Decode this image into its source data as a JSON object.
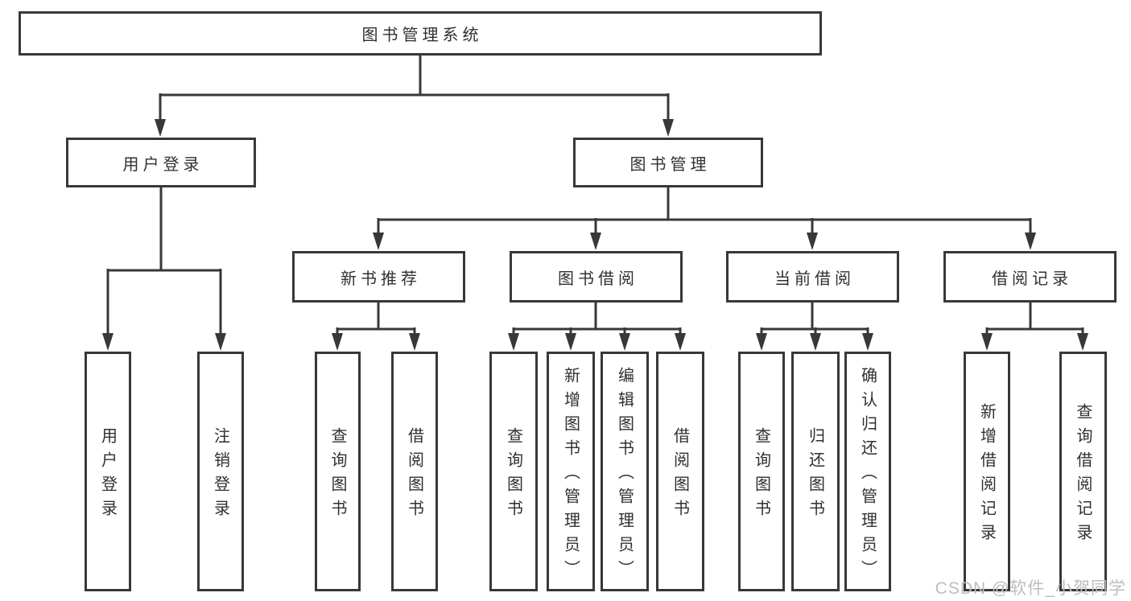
{
  "diagram": {
    "type": "hierarchy",
    "root": {
      "label": "图书管理系统"
    },
    "level1": {
      "user_login": {
        "label": "用户登录"
      },
      "book_management": {
        "label": "图书管理"
      }
    },
    "level2": {
      "new_book_recommend": {
        "label": "新书推荐",
        "parent": "图书管理"
      },
      "book_borrow": {
        "label": "图书借阅",
        "parent": "图书管理"
      },
      "current_borrow": {
        "label": "当前借阅",
        "parent": "图书管理"
      },
      "borrow_record": {
        "label": "借阅记录",
        "parent": "图书管理"
      }
    },
    "leaves": {
      "user_login_leaf": {
        "label": "用户登录",
        "parent": "用户登录"
      },
      "logout": {
        "label": "注销登录",
        "parent": "用户登录"
      },
      "query_book_recommend": {
        "label": "查询图书",
        "parent": "新书推荐"
      },
      "borrow_book_recommend": {
        "label": "借阅图书",
        "parent": "新书推荐"
      },
      "query_book_borrow": {
        "label": "查询图书",
        "parent": "图书借阅"
      },
      "add_book": {
        "label": "新增图书（管理员）",
        "parent": "图书借阅"
      },
      "edit_book": {
        "label": "编辑图书（管理员）",
        "parent": "图书借阅"
      },
      "borrow_book": {
        "label": "借阅图书",
        "parent": "图书借阅"
      },
      "query_book_current": {
        "label": "查询图书",
        "parent": "当前借阅"
      },
      "return_book": {
        "label": "归还图书",
        "parent": "当前借阅"
      },
      "confirm_return": {
        "label": "确认归还（管理员）",
        "parent": "当前借阅"
      },
      "add_borrow_record": {
        "label": "新增借阅记录",
        "parent": "借阅记录"
      },
      "query_borrow_record": {
        "label": "查询借阅记录",
        "parent": "借阅记录"
      }
    },
    "colors": {
      "line": "#383838",
      "text": "#303030",
      "background": "#ffffff",
      "watermark": "#bdbdbd"
    }
  },
  "watermark": {
    "text": "CSDN @软件_小贺同学"
  }
}
